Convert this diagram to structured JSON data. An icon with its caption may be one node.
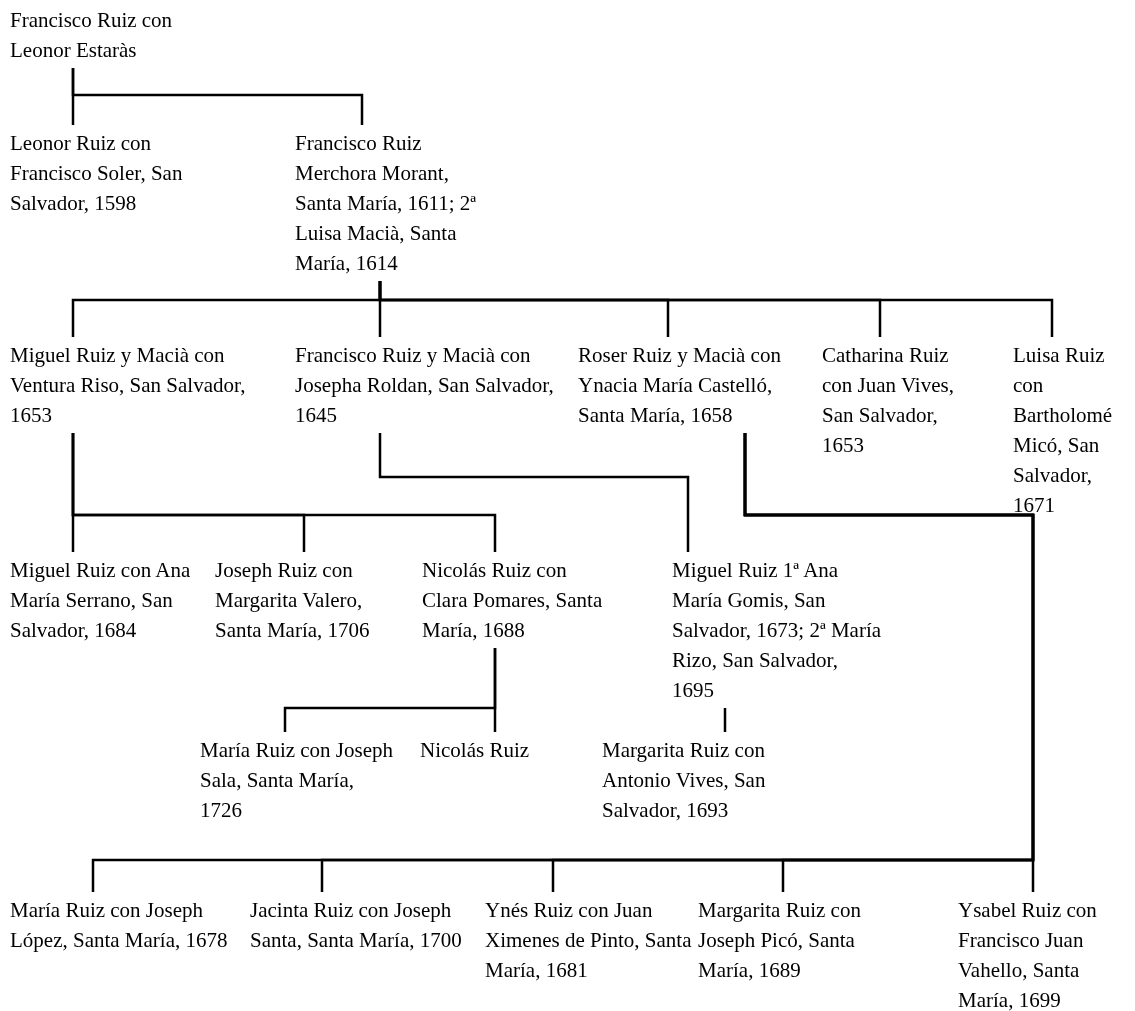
{
  "diagram": {
    "nodes": [
      {
        "text": [
          "Francisco Ruiz con Leonor Estaràs"
        ]
      },
      {
        "text": [
          "Leonor Ruiz con Francisco Soler, San Salvador, 1598"
        ]
      },
      {
        "text": [
          "Francisco Ruiz Merchora Morant, Santa María, 1611; 2ª Luisa Macià, Santa María, 1614"
        ]
      },
      {
        "text": [
          "Miguel Ruiz y Macià con Ventura Riso, San Salvador, 1653"
        ]
      },
      {
        "text": [
          "Francisco Ruiz y Macià con Josepha Roldan, San Salvador, 1645"
        ]
      },
      {
        "text": [
          "Roser Ruiz y Macià con Ynacia María Castelló, Santa María, 1658"
        ]
      },
      {
        "text": [
          "Catharina Ruiz con Juan Vives, San Salvador, 1653"
        ]
      },
      {
        "text": [
          "Luisa Ruiz con Bartholomé Micó, San Salvador, 1671"
        ]
      },
      {
        "text": [
          "Miguel Ruiz con Ana María Serrano, San Salvador, 1684"
        ]
      },
      {
        "text": [
          "Joseph Ruiz con Margarita Valero, Santa María, 1706"
        ]
      },
      {
        "text": [
          "Nicolás Ruiz con Clara Pomares, Santa María, 1688"
        ]
      },
      {
        "text": [
          "Miguel Ruiz 1ª Ana María Gomis, San Salvador, 1673; 2ª María Rizo, San Salvador, 1695"
        ]
      },
      {
        "text": [
          "María Ruiz con Joseph Sala, Santa María, 1726"
        ]
      },
      {
        "text": [
          "Nicolás Ruiz"
        ]
      },
      {
        "text": [
          "Margarita Ruiz con Antonio Vives, San Salvador, 1693"
        ]
      },
      {
        "text": [
          "María Ruiz con Joseph López, Santa María, 1678"
        ]
      },
      {
        "text": [
          "Jacinta Ruiz con Joseph Santa, Santa María, 1700"
        ]
      },
      {
        "text": [
          "Ynés Ruiz con Juan Ximenes de Pinto, Santa María, 1681"
        ]
      },
      {
        "text": [
          "Margarita Ruiz con Joseph Picó, Santa María, 1689"
        ]
      },
      {
        "text": [
          "Ysabel Ruiz con Francisco Juan Vahello, Santa María, 1699"
        ]
      }
    ],
    "edges": [
      {
        "from": 0,
        "to": 1,
        "arrow": "none"
      },
      {
        "from": 0,
        "to": 2,
        "arrow": "none"
      },
      {
        "from": 2,
        "to": 3,
        "arrow": "none"
      },
      {
        "from": 2,
        "to": 4,
        "arrow": "none"
      },
      {
        "from": 2,
        "to": 5,
        "arrow": "none"
      },
      {
        "from": 2,
        "to": 6,
        "arrow": "none"
      },
      {
        "from": 2,
        "to": 7,
        "arrow": "none"
      },
      {
        "from": 3,
        "to": 8,
        "arrow": "none"
      },
      {
        "from": 3,
        "to": 9,
        "arrow": "none"
      },
      {
        "from": 3,
        "to": 10,
        "arrow": "none"
      },
      {
        "from": 4,
        "to": 11,
        "arrow": "none"
      },
      {
        "from": 10,
        "to": 12,
        "arrow": "none"
      },
      {
        "from": 10,
        "to": 13,
        "arrow": "none"
      },
      {
        "from": 11,
        "to": 14,
        "arrow": "none"
      },
      {
        "from": 5,
        "to": 15,
        "arrow": "none"
      },
      {
        "from": 5,
        "to": 16,
        "arrow": "none"
      },
      {
        "from": 5,
        "to": 17,
        "arrow": "none"
      },
      {
        "from": 5,
        "to": 18,
        "arrow": "none"
      },
      {
        "from": 5,
        "to": 19,
        "arrow": "none"
      }
    ]
  }
}
